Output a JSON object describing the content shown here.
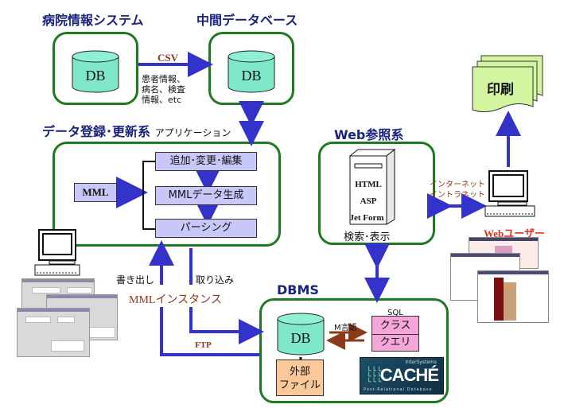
{
  "titles": {
    "hospital_system": "病院情報システム",
    "intermediate_db": "中間データベース",
    "data_registration": "データ登録･更新系",
    "application": "アプリケーション",
    "web_reference": "Web参照系",
    "dbms": "DBMS",
    "web_user": "Webユーザー",
    "print": "印刷"
  },
  "db_label": "DB",
  "csv": {
    "label": "CSV",
    "details": [
      "患者情報、",
      "病名、検査",
      "情報、etc"
    ]
  },
  "app_box": {
    "mml": "MML",
    "steps": [
      "追加･変更･編集",
      "MMLデータ生成",
      "パーシング"
    ]
  },
  "flow_labels": {
    "export": "書き出し",
    "import": "取り込み",
    "mml_instance": "MMLインスタンス",
    "ftp": "FTP",
    "internet": "インターネット",
    "intranet": "イントラネット",
    "m_language": "M言語"
  },
  "web_server": {
    "items": [
      "HTML",
      "ASP",
      "Jet Form"
    ],
    "caption": "検索･表示"
  },
  "dbms_box": {
    "sql": "SQL",
    "class": "クラス",
    "query": "クエリ",
    "external_file": [
      "外部",
      "ファイル"
    ]
  },
  "cache_logo": {
    "brand": "InterSystems",
    "name": "CACHÉ",
    "tagline": "Post-Relational Database"
  },
  "colors": {
    "box_border": "#1e7a1e",
    "arrow": "#3333cc",
    "db_fill": "#7fe8c8",
    "step_fill": "#c8c8f8",
    "print_fill": "#d4f5a0",
    "brown_text": "#8b3a1a",
    "web_user_text": "#e0301e"
  }
}
